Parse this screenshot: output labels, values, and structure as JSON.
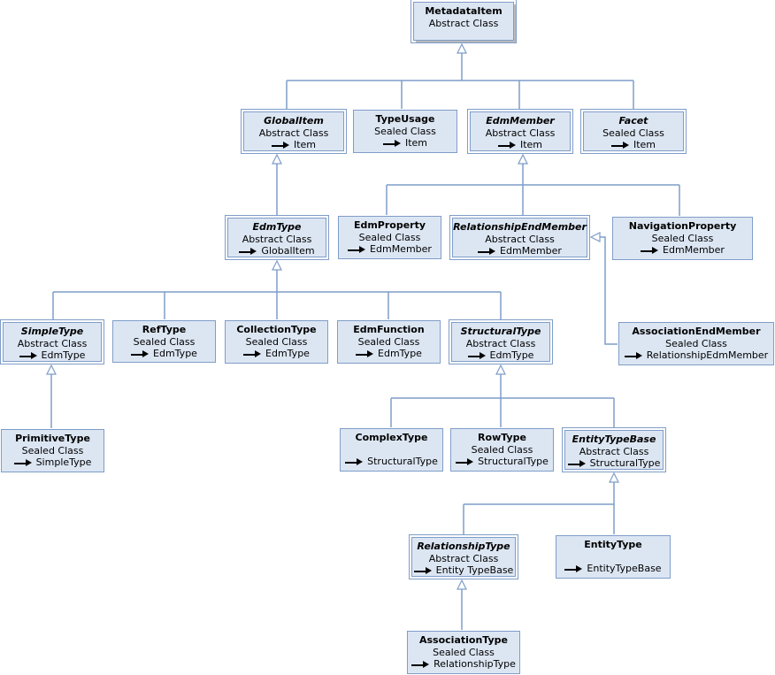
{
  "classes": [
    {
      "id": "metadataitem",
      "name": "MetadataItem",
      "kind": "Abstract Class",
      "parent": "",
      "abstract": true
    },
    {
      "id": "globalitem",
      "name": "GlobalItem",
      "kind": "Abstract Class",
      "parent": "Item",
      "abstract": true
    },
    {
      "id": "typeusage",
      "name": "TypeUsage",
      "kind": "Sealed Class",
      "parent": "Item",
      "abstract": false
    },
    {
      "id": "edmmember",
      "name": "EdmMember",
      "kind": "Abstract Class",
      "parent": "Item",
      "abstract": true
    },
    {
      "id": "facet",
      "name": "Facet",
      "kind": "Sealed Class",
      "parent": "Item",
      "abstract": false
    },
    {
      "id": "edmtype",
      "name": "EdmType",
      "kind": "Abstract Class",
      "parent": "GlobalItem",
      "abstract": true
    },
    {
      "id": "edmproperty",
      "name": "EdmProperty",
      "kind": "Sealed Class",
      "parent": "EdmMember",
      "abstract": false
    },
    {
      "id": "relationshipendmember",
      "name": "RelationshipEndMember",
      "kind": "Abstract Class",
      "parent": "EdmMember",
      "abstract": true
    },
    {
      "id": "navigationproperty",
      "name": "NavigationProperty",
      "kind": "Sealed Class",
      "parent": "EdmMember",
      "abstract": false
    },
    {
      "id": "simpletype",
      "name": "SimpleType",
      "kind": "Abstract Class",
      "parent": "EdmType",
      "abstract": true
    },
    {
      "id": "reftype",
      "name": "RefType",
      "kind": "Sealed Class",
      "parent": "EdmType",
      "abstract": false
    },
    {
      "id": "collectiontype",
      "name": "CollectionType",
      "kind": "Sealed Class",
      "parent": "EdmType",
      "abstract": false
    },
    {
      "id": "edmfunction",
      "name": "EdmFunction",
      "kind": "Sealed Class",
      "parent": "EdmType",
      "abstract": false
    },
    {
      "id": "structuraltype",
      "name": "StructuralType",
      "kind": "Abstract Class",
      "parent": "EdmType",
      "abstract": true
    },
    {
      "id": "associationendmember",
      "name": "AssociationEndMember",
      "kind": "Sealed Class",
      "parent": "RelationshipEdmMember",
      "abstract": false
    },
    {
      "id": "primitivetype",
      "name": "PrimitiveType",
      "kind": "Sealed Class",
      "parent": "SimpleType",
      "abstract": false
    },
    {
      "id": "complextype",
      "name": "ComplexType",
      "kind": "",
      "parent": "StructuralType",
      "abstract": false
    },
    {
      "id": "rowtype",
      "name": "RowType",
      "kind": "Sealed Class",
      "parent": "StructuralType",
      "abstract": false
    },
    {
      "id": "entitytypebase",
      "name": "EntityTypeBase",
      "kind": "Abstract Class",
      "parent": "StructuralType",
      "abstract": true
    },
    {
      "id": "relationshiptype",
      "name": "RelationshipType",
      "kind": "Abstract Class",
      "parent": "Entity TypeBase",
      "abstract": true
    },
    {
      "id": "entitytype",
      "name": "EntityType",
      "kind": "",
      "parent": "EntityTypeBase",
      "abstract": false
    },
    {
      "id": "associationtype",
      "name": "AssociationType",
      "kind": "Sealed Class",
      "parent": "RelationshipType",
      "abstract": false
    }
  ]
}
